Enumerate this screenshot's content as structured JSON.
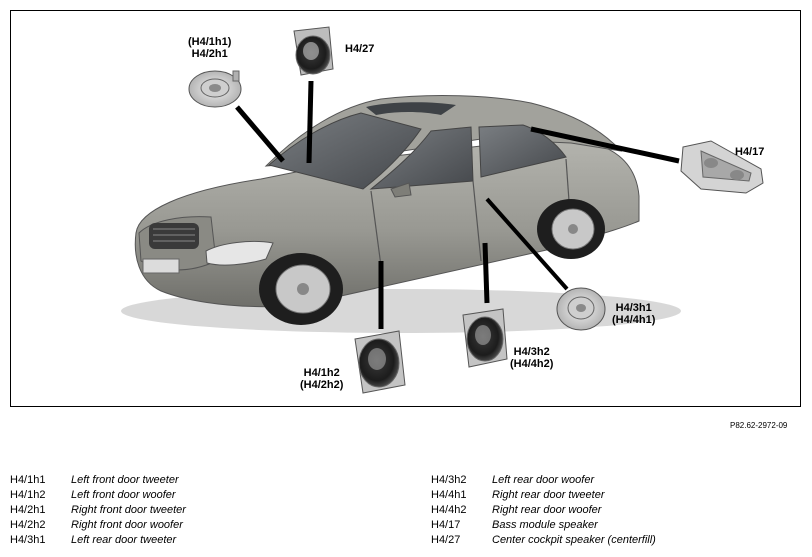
{
  "callouts": {
    "c1": [
      "(H4/1h1)",
      "H4/2h1"
    ],
    "c2": [
      "H4/27"
    ],
    "c3": [
      "H4/17"
    ],
    "c4": [
      "H4/3h1",
      "(H4/4h1)"
    ],
    "c5": [
      "H4/3h2",
      "(H4/4h2)"
    ],
    "c6": [
      "H4/1h2",
      "(H4/2h2)"
    ]
  },
  "figure_ref": "P82.62-2972-09",
  "legend_left": [
    {
      "code": "H4/1h1",
      "desc": "Left front door tweeter"
    },
    {
      "code": "H4/1h2",
      "desc": "Left front door woofer"
    },
    {
      "code": "H4/2h1",
      "desc": "Right front door tweeter"
    },
    {
      "code": "H4/2h2",
      "desc": "Right front door woofer"
    },
    {
      "code": "H4/3h1",
      "desc": "Left rear door tweeter"
    }
  ],
  "legend_right": [
    {
      "code": "H4/3h2",
      "desc": "Left rear door woofer"
    },
    {
      "code": "H4/4h1",
      "desc": "Right rear door tweeter"
    },
    {
      "code": "H4/4h2",
      "desc": "Right rear door woofer"
    },
    {
      "code": "H4/17",
      "desc": "Bass module speaker"
    },
    {
      "code": "H4/27",
      "desc": "Center cockpit speaker (centerfill)"
    }
  ],
  "colors": {
    "car_body": "#9a9a94",
    "car_dark": "#6e6e68",
    "glass": "#5e6266",
    "leader": "#000000"
  }
}
